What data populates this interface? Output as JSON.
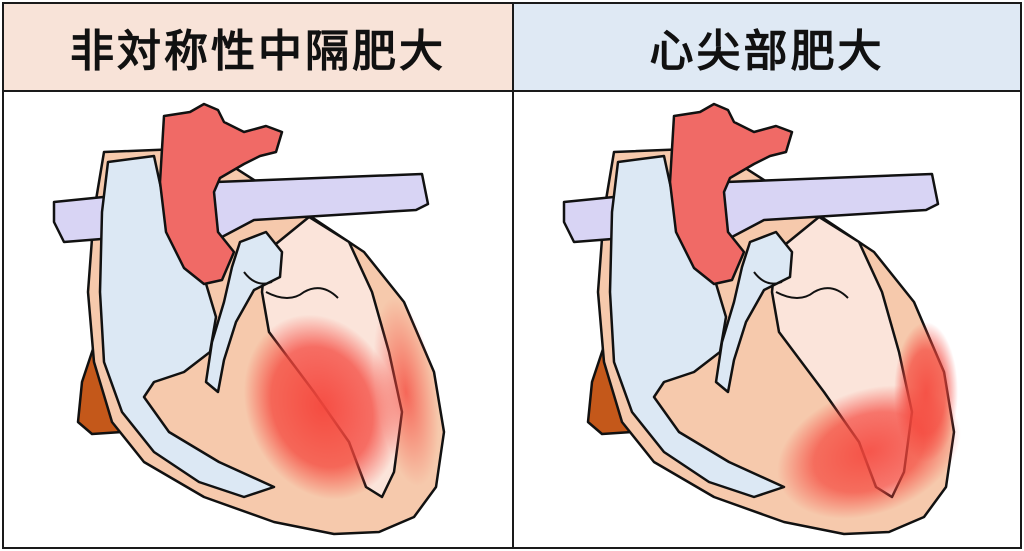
{
  "panels": [
    {
      "title": "非対称性中隔肥大",
      "header_color": "#f8e3d8",
      "hypertrophy_region": "septum",
      "highlight_color": "#f5463c"
    },
    {
      "title": "心尖部肥大",
      "header_color": "#dfe9f4",
      "hypertrophy_region": "apex",
      "highlight_color": "#f5463c"
    }
  ],
  "colors": {
    "aorta": "#f06a66",
    "vein": "#d8d4f4",
    "right_chambers": "#dce8f4",
    "left_chambers": "#fbe4da",
    "myocardium": "#f6c9ac",
    "descending_aorta": "#c4581a",
    "outline": "#111111"
  }
}
